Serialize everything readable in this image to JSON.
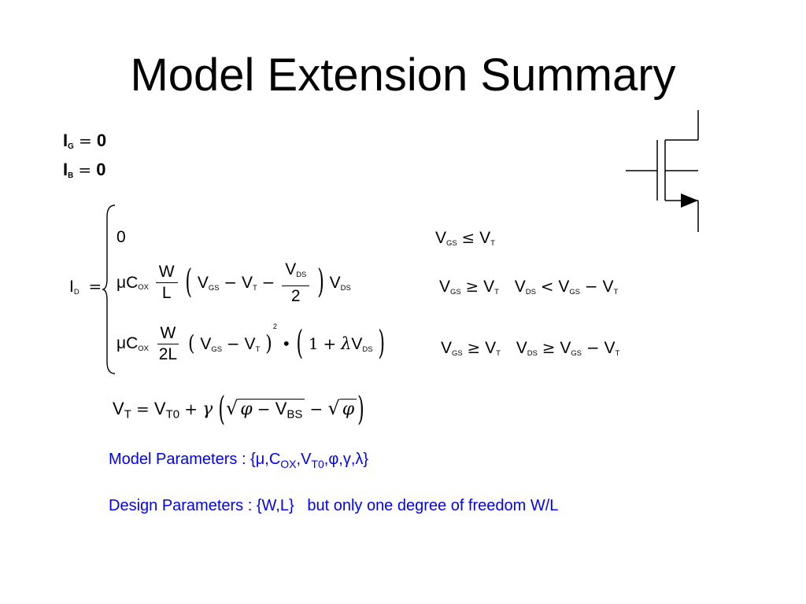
{
  "slide": {
    "title": "Model Extension Summary",
    "ig": {
      "sym": "I",
      "sub": "G",
      "eq": "=",
      "val": "0"
    },
    "ib": {
      "sym": "I",
      "sub": "B",
      "eq": "=",
      "val": "0"
    },
    "id_lhs": {
      "sym": "I",
      "sub": "D",
      "eq": "="
    },
    "case1": {
      "expr": "0",
      "cond_v": "V",
      "cond_sub": "GS",
      "cond_op": "≤",
      "cond_v2": "V",
      "cond_sub2": "T"
    },
    "case2": {
      "mu": "μC",
      "ox": "OX",
      "w": "W",
      "l": "L",
      "vgs": "V",
      "vgs_sub": "GS",
      "minus": "−",
      "vt": "V",
      "vt_sub": "T",
      "vds_num": "V",
      "vds_num_sub": "DS",
      "two": "2",
      "vds": "V",
      "vds_sub": "DS",
      "c_vgs": "V",
      "c_vgs_sub": "GS",
      "c_ge": "≥",
      "c_vt": "V",
      "c_vt_sub": "T",
      "c_vds": "V",
      "c_vds_sub": "DS",
      "c_lt": "<",
      "c_vgs2": "V",
      "c_vgs2_sub": "GS",
      "c_minus": "−",
      "c_vt2": "V",
      "c_vt2_sub": "T"
    },
    "case3": {
      "mu": "μC",
      "ox": "OX",
      "w": "W",
      "l2": "2L",
      "vgs": "V",
      "vgs_sub": "GS",
      "minus": "−",
      "vt": "V",
      "vt_sub": "T",
      "sq": "2",
      "dot": "•",
      "one": "1",
      "plus": "+",
      "lambda": "λ",
      "vds": "V",
      "vds_sub": "DS",
      "c_vgs": "V",
      "c_vgs_sub": "GS",
      "c_ge": "≥",
      "c_vt": "V",
      "c_vt_sub": "T",
      "c_vds": "V",
      "c_vds_sub": "DS",
      "c_ge2": "≥",
      "c_vgs2": "V",
      "c_vgs2_sub": "GS",
      "c_minus": "−",
      "c_vt2": "V",
      "c_vt2_sub": "T"
    },
    "vt_eq": {
      "vt": "V",
      "vt_sub": "T",
      "eq": "=",
      "vt0": "V",
      "vt0_sub": "T0",
      "plus": "+",
      "gamma": "γ",
      "phi": "φ",
      "minus": "−",
      "vbs": "V",
      "vbs_sub": "BS",
      "minus2": "−",
      "phi2": "φ"
    },
    "model_params": {
      "prefix": "Model Parameters : {μ,C",
      "ox": "OX",
      "mid": ",V",
      "t0": "T0",
      "suffix": ",φ,γ,λ}"
    },
    "design_params": "Design Parameters : {W,L}   but only one degree of freedom W/L"
  }
}
